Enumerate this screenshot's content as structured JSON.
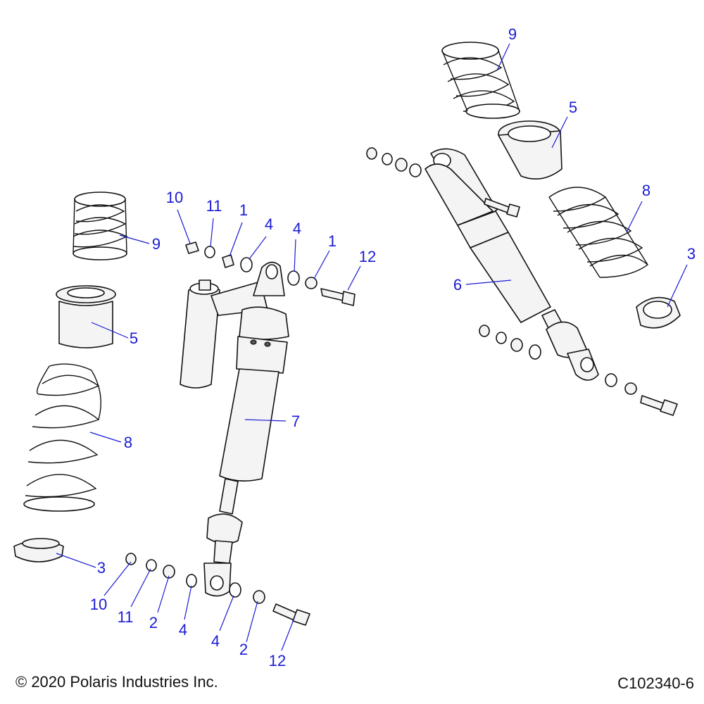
{
  "footer": {
    "copyright": "© 2020 Polaris Industries Inc.",
    "drawing_number": "C102340-6"
  },
  "callouts": {
    "left_assembly": {
      "top_10": "10",
      "top_11": "11",
      "top_1a": "1",
      "top_4a": "4",
      "top_4b": "4",
      "top_1b": "1",
      "top_12": "12",
      "spring_9": "9",
      "collar_5": "5",
      "spring_8": "8",
      "seat_3": "3",
      "shock_7": "7",
      "bot_10": "10",
      "bot_11": "11",
      "bot_2a": "2",
      "bot_4a": "4",
      "bot_4b": "4",
      "bot_2b": "2",
      "bot_12": "12"
    },
    "right_assembly": {
      "spring_9": "9",
      "collar_5": "5",
      "spring_8": "8",
      "seat_3": "3",
      "shock_6": "6"
    }
  }
}
